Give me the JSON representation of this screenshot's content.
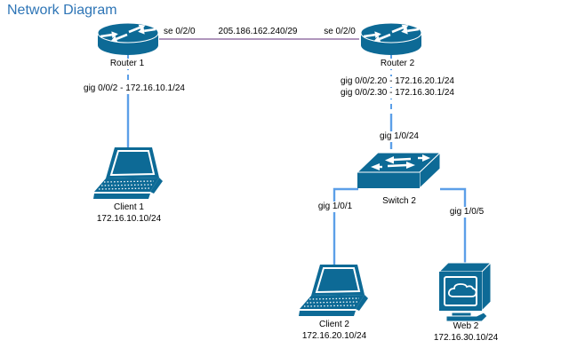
{
  "title": "Network Diagram",
  "colors": {
    "title": "#2E75B6",
    "device": "#0D6A96",
    "link": "#5C9FE8",
    "wan": "#9673A6",
    "label": "#000000",
    "background": "#FFFFFF"
  },
  "nodes": [
    {
      "id": "router1",
      "type": "router",
      "label": "Router 1"
    },
    {
      "id": "router2",
      "type": "router",
      "label": "Router 2"
    },
    {
      "id": "switch2",
      "type": "switch",
      "label": "Switch 2"
    },
    {
      "id": "client1",
      "type": "laptop",
      "label": "Client 1",
      "ip": "172.16.10.10/24"
    },
    {
      "id": "client2",
      "type": "laptop",
      "label": "Client 2",
      "ip": "172.16.20.10/24"
    },
    {
      "id": "web2",
      "type": "web-server",
      "label": "Web 2",
      "ip": "172.16.30.10/24"
    }
  ],
  "links": [
    {
      "from": "Router 1",
      "to": "Router 2",
      "left_port": "se 0/2/0",
      "right_port": "se 0/2/0",
      "subnet": "205.186.162.240/29"
    },
    {
      "from": "Router 1",
      "to": "Client 1",
      "label": "gig 0/0/2 - 172.16.10.1/24"
    },
    {
      "from": "Router 2",
      "to": "Switch 2",
      "label_vlan20": "gig 0/0/2.20 - 172.16.20.1/24",
      "label_vlan30": "gig 0/0/2.30 - 172.16.30.1/24",
      "switch_port": "gig 1/0/24"
    },
    {
      "from": "Switch 2",
      "to": "Client 2",
      "port": "gig 1/0/1"
    },
    {
      "from": "Switch 2",
      "to": "Web 2",
      "port": "gig 1/0/5"
    }
  ]
}
